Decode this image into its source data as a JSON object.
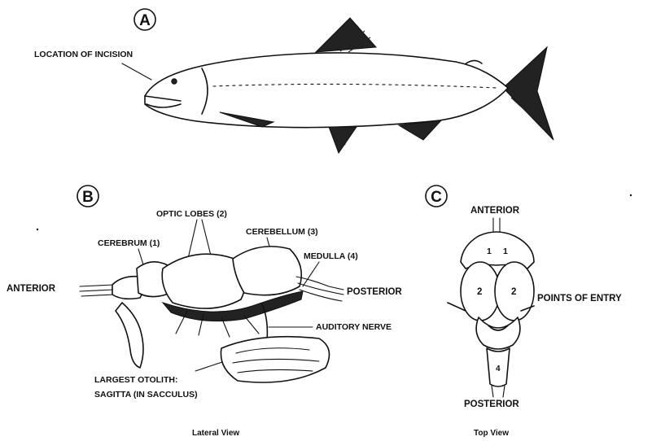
{
  "panels": {
    "a": {
      "letter": "A",
      "incision_label": "LOCATION OF INCISION"
    },
    "b": {
      "letter": "B",
      "optic_lobes": "OPTIC LOBES (2)",
      "cerebellum": "CEREBELLUM (3)",
      "cerebrum": "CEREBRUM (1)",
      "medulla": "MEDULLA (4)",
      "anterior": "ANTERIOR",
      "posterior": "POSTERIOR",
      "auditory_nerve": "AUDITORY NERVE",
      "otolith_line1": "LARGEST OTOLITH:",
      "otolith_line2": "SAGITTA (IN SACCULUS)",
      "caption": "Lateral View"
    },
    "c": {
      "letter": "C",
      "anterior": "ANTERIOR",
      "posterior": "POSTERIOR",
      "points_of_entry": "POINTS OF ENTRY",
      "num1": "1",
      "num2": "2",
      "num4": "4",
      "caption": "Top View"
    }
  }
}
